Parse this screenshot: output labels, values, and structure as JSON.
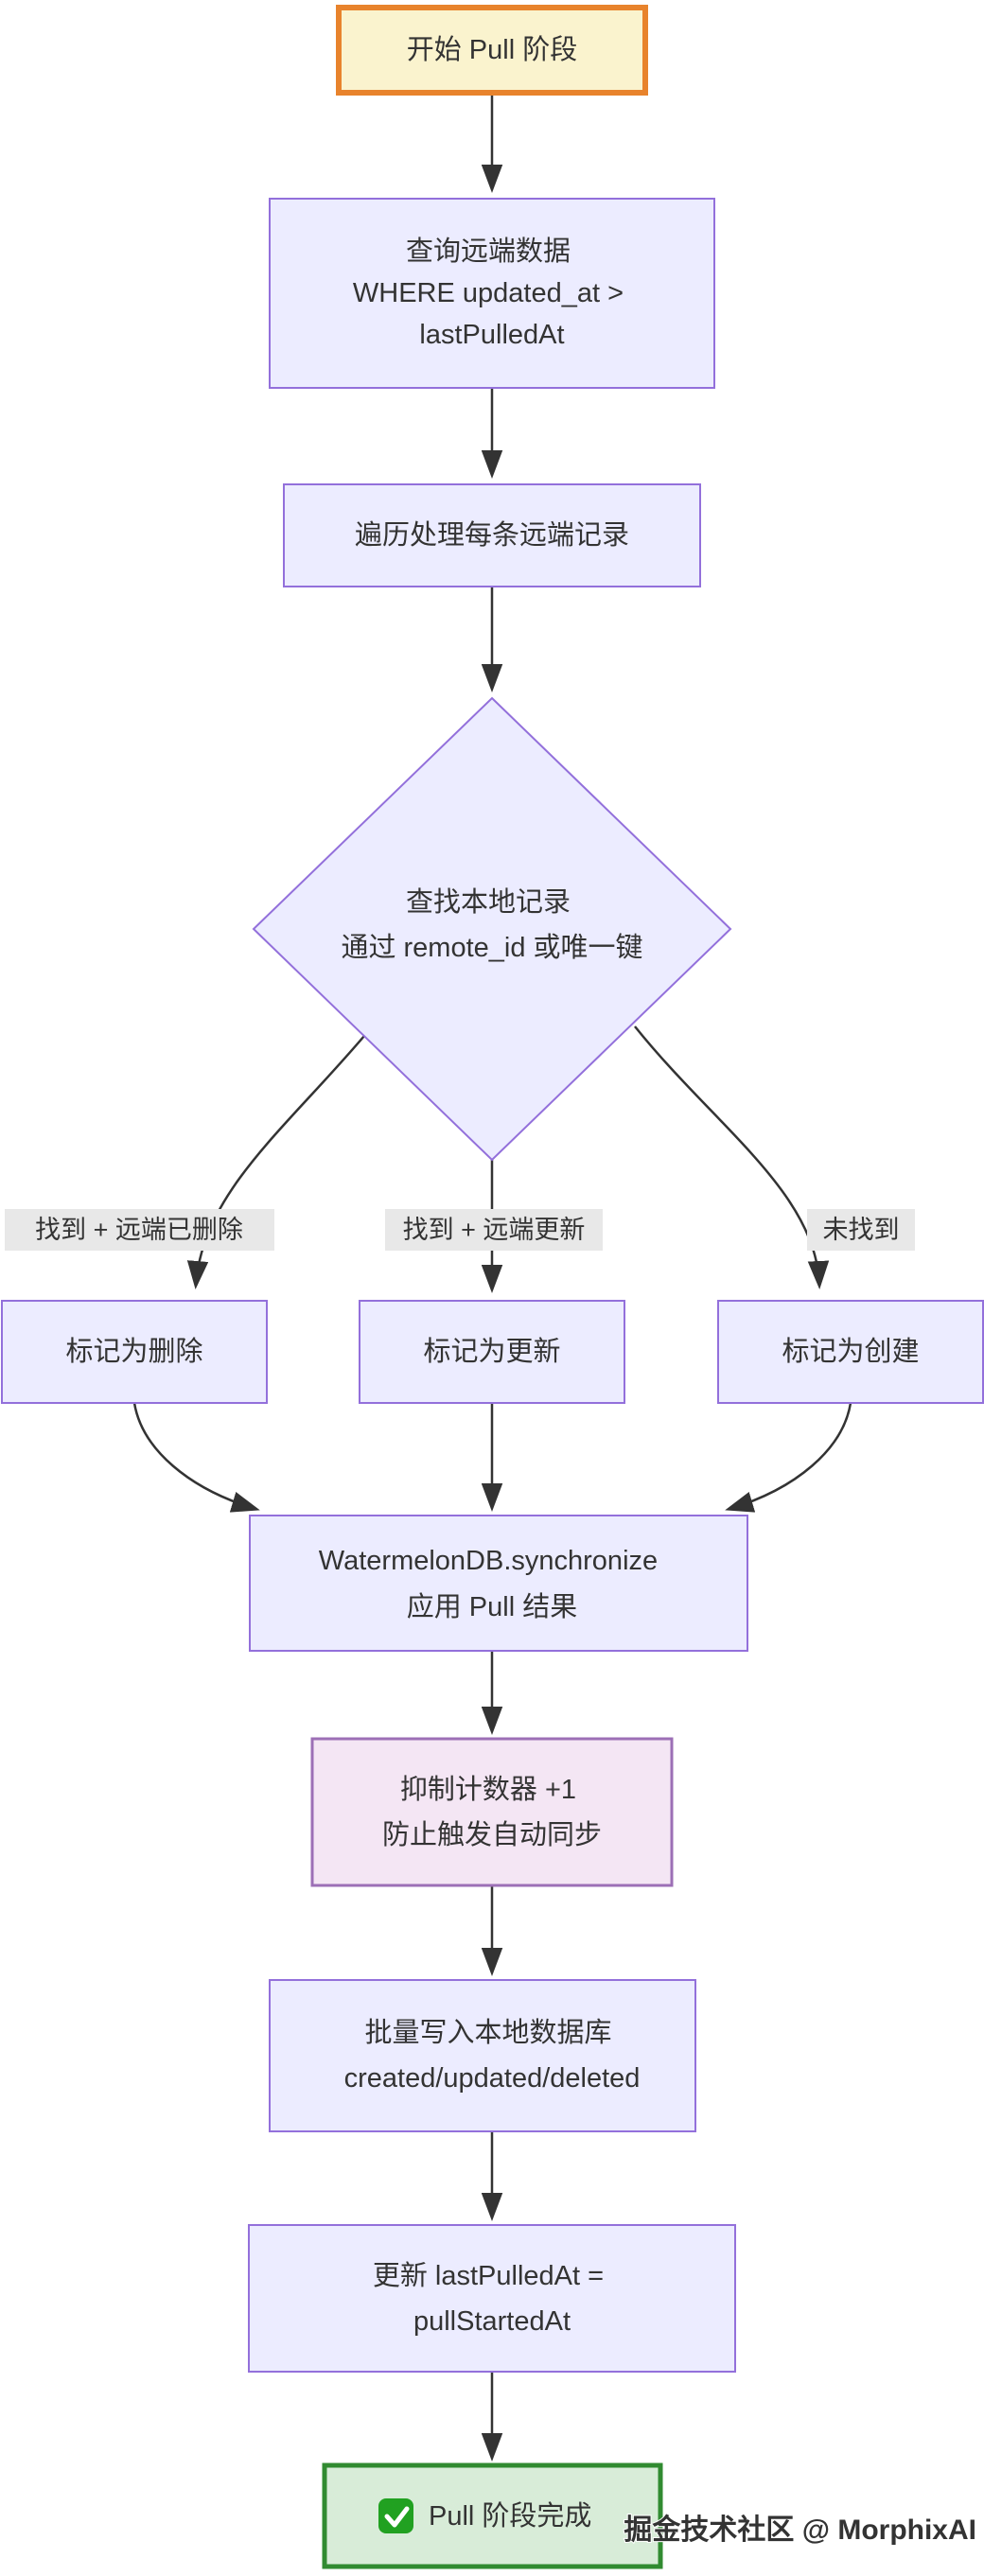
{
  "diagram": {
    "type": "flowchart",
    "watermark": "掘金技术社区 @ MorphixAI",
    "colors": {
      "node_fill": "#ECECFF",
      "node_stroke": "#9370DB",
      "start_fill": "#FAF3CE",
      "start_stroke": "#E8832C",
      "pink_fill": "#F4E6F4",
      "pink_stroke": "#9C6FB6",
      "green_fill": "#D8ECD8",
      "green_stroke": "#318B31",
      "edge_color": "#333333",
      "edge_label_bg": "#E8E8E8",
      "text_color": "#333333",
      "watermark_color": "#9E9E9E",
      "check_icon_green": "#21A121",
      "check_icon_mark": "#FFFFFF"
    },
    "nodes": {
      "start": {
        "label": "开始 Pull 阶段"
      },
      "query_remote": {
        "lines": [
          "查询远端数据",
          "WHERE updated_at >",
          "lastPulledAt"
        ]
      },
      "iterate": {
        "label": "遍历处理每条远端记录"
      },
      "decision": {
        "lines": [
          "查找本地记录",
          "通过 remote_id 或唯一键"
        ]
      },
      "mark_delete": {
        "label": "标记为删除"
      },
      "mark_update": {
        "label": "标记为更新"
      },
      "mark_create": {
        "label": "标记为创建"
      },
      "apply_sync": {
        "lines": [
          "WatermelonDB.synchronize",
          "应用 Pull 结果"
        ]
      },
      "suppress_counter": {
        "lines": [
          "抑制计数器 +1",
          "防止触发自动同步"
        ]
      },
      "batch_write": {
        "lines": [
          "批量写入本地数据库",
          "created/updated/deleted"
        ]
      },
      "update_timestamp": {
        "lines": [
          "更新 lastPulledAt =",
          "pullStartedAt"
        ]
      },
      "end": {
        "label": "✅ Pull 阶段完成",
        "label_text": "Pull 阶段完成"
      }
    },
    "edge_labels": {
      "found_deleted": "找到 + 远端已删除",
      "found_updated": "找到 + 远端更新",
      "not_found": "未找到"
    }
  }
}
